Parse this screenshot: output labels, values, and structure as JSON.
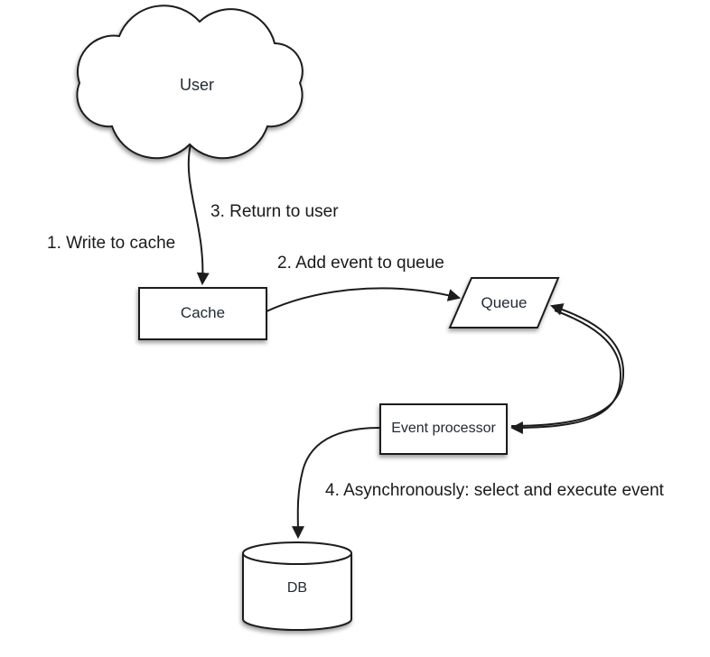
{
  "diagram": {
    "type": "flow-diagram",
    "colors": {
      "background": "#ffffff",
      "stroke": "#1c1c1c",
      "shape_fill": "#ffffff",
      "node_label": "#232a33",
      "annotation_text": "#1a1a1a"
    },
    "nodes": {
      "user": {
        "label": "User",
        "shape": "cloud"
      },
      "cache": {
        "label": "Cache",
        "shape": "rectangle"
      },
      "queue": {
        "label": "Queue",
        "shape": "parallelogram"
      },
      "event_processor": {
        "label": "Event processor",
        "shape": "rectangle"
      },
      "db": {
        "label": "DB",
        "shape": "cylinder"
      }
    },
    "annotations": {
      "step1": "1. Write to cache",
      "step2": "2. Add event to queue",
      "step3": "3. Return to user",
      "step4": "4. Asynchronously: select and execute event"
    },
    "edges": [
      {
        "from": "user",
        "to": "cache",
        "style": "curved-arrow"
      },
      {
        "from": "cache",
        "to": "queue",
        "style": "curved-arrow"
      },
      {
        "from": "event_processor",
        "to": "queue",
        "style": "curved-arrow"
      },
      {
        "from": "queue",
        "to": "event_processor",
        "style": "curved-arrow"
      },
      {
        "from": "event_processor",
        "to": "db",
        "style": "curved-arrow"
      }
    ]
  }
}
